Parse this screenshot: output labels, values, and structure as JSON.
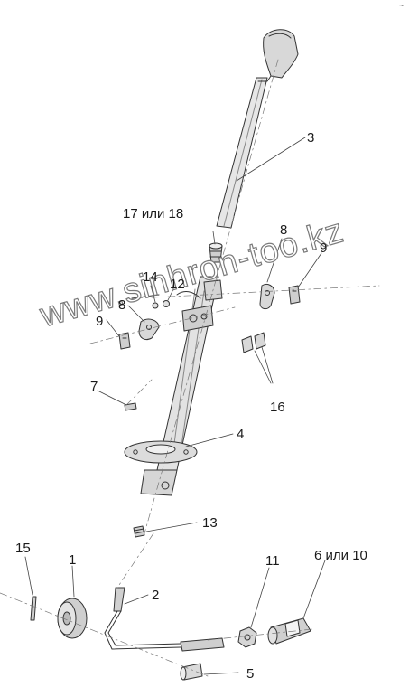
{
  "callouts": {
    "c1": "1",
    "c2": "2",
    "c3": "3",
    "c4": "4",
    "c5": "5",
    "c6": "6 или 10",
    "c7": "7",
    "c8a": "8",
    "c8b": "8",
    "c9a": "9",
    "c9b": "9",
    "c11": "11",
    "c12": "12",
    "c13": "13",
    "c14": "14",
    "c15": "15",
    "c16": "16",
    "c17": "17 или 18"
  },
  "watermark": "www.sinhron-too.kz",
  "corner_mark": "~"
}
